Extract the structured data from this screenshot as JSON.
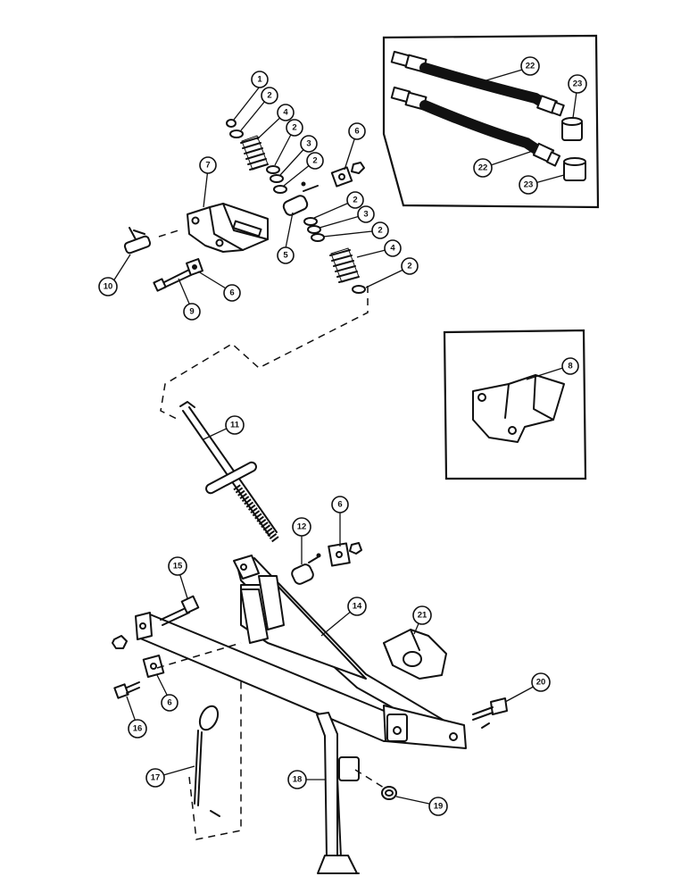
{
  "callouts": [
    {
      "id": "c1",
      "label": "1"
    },
    {
      "id": "c2a",
      "label": "2"
    },
    {
      "id": "c4a",
      "label": "4"
    },
    {
      "id": "c2b",
      "label": "2"
    },
    {
      "id": "c3a",
      "label": "3"
    },
    {
      "id": "c2c",
      "label": "2"
    },
    {
      "id": "c6a",
      "label": "6"
    },
    {
      "id": "c7",
      "label": "7"
    },
    {
      "id": "c2d",
      "label": "2"
    },
    {
      "id": "c3b",
      "label": "3"
    },
    {
      "id": "c2e",
      "label": "2"
    },
    {
      "id": "c5",
      "label": "5"
    },
    {
      "id": "c4b",
      "label": "4"
    },
    {
      "id": "c2f",
      "label": "2"
    },
    {
      "id": "c10",
      "label": "10"
    },
    {
      "id": "c9",
      "label": "9"
    },
    {
      "id": "c6b",
      "label": "6"
    },
    {
      "id": "c22a",
      "label": "22"
    },
    {
      "id": "c23a",
      "label": "23"
    },
    {
      "id": "c22b",
      "label": "22"
    },
    {
      "id": "c23b",
      "label": "23"
    },
    {
      "id": "c8",
      "label": "8"
    },
    {
      "id": "c11",
      "label": "11"
    },
    {
      "id": "c12",
      "label": "12"
    },
    {
      "id": "c6c",
      "label": "6"
    },
    {
      "id": "c15",
      "label": "15"
    },
    {
      "id": "c14",
      "label": "14"
    },
    {
      "id": "c21",
      "label": "21"
    },
    {
      "id": "c20",
      "label": "20"
    },
    {
      "id": "c6d",
      "label": "6"
    },
    {
      "id": "c16",
      "label": "16"
    },
    {
      "id": "c17",
      "label": "17"
    },
    {
      "id": "c18",
      "label": "18"
    },
    {
      "id": "c19",
      "label": "19"
    }
  ]
}
